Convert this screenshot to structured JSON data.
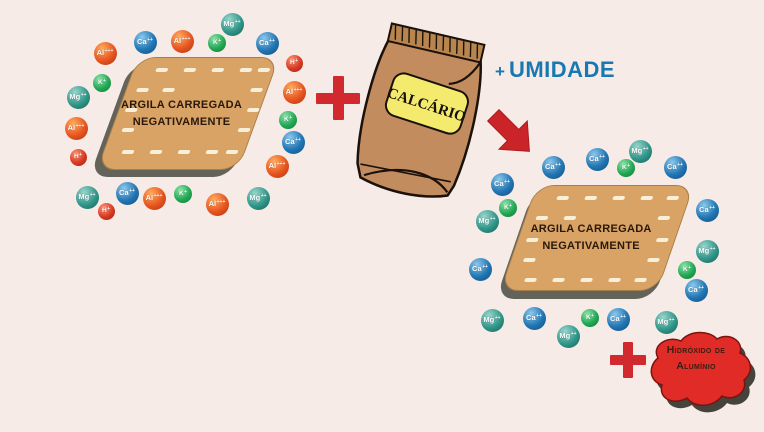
{
  "background_color": "#f7ebe7",
  "left_clay": {
    "label": "ARGILA CARREGADA NEGATIVAMENTE",
    "fill": "#d9a365"
  },
  "right_clay": {
    "label": "ARGILA CARREGADA NEGATIVAMENTE",
    "fill": "#d9a365"
  },
  "bag": {
    "label": "CALCÁRIO",
    "bag_color": "#c38c5f",
    "label_bg": "#f4ea6e"
  },
  "moisture": {
    "plus": "+",
    "label": "UMIDADE",
    "color": "#1878b2"
  },
  "hydroxide": {
    "label_line1": "Hidróxido de",
    "label_line2": "Alumínio",
    "fill": "#e12b26"
  },
  "icons": {
    "plus_left": "plus-icon",
    "plus_bottom": "plus-icon",
    "arrow": "arrow-down-right-icon",
    "red_color": "#d2292e"
  },
  "ion_types": {
    "Ca": {
      "symbol": "Ca",
      "charge": "++",
      "hi": "#8cc9ec",
      "base": "#2176b4",
      "lo": "#114c7c"
    },
    "Mg": {
      "symbol": "Mg",
      "charge": "++",
      "hi": "#9ad5cc",
      "base": "#31978a",
      "lo": "#155f54"
    },
    "Al": {
      "symbol": "Al",
      "charge": "+++",
      "hi": "#ffab5e",
      "base": "#e85520",
      "lo": "#a83610"
    },
    "K": {
      "symbol": "K",
      "charge": "+",
      "hi": "#8ce3a8",
      "base": "#23a855",
      "lo": "#0e7636"
    },
    "H": {
      "symbol": "H",
      "charge": "+",
      "hi": "#ff9478",
      "base": "#d63a22",
      "lo": "#9c2212"
    }
  },
  "left_ions": [
    [
      "Al",
      105,
      53
    ],
    [
      "Ca",
      145,
      42
    ],
    [
      "Al",
      182,
      41
    ],
    [
      "K",
      217,
      43
    ],
    [
      "Mg",
      232,
      24
    ],
    [
      "Ca",
      267,
      43
    ],
    [
      "H",
      294,
      63
    ],
    [
      "Al",
      294,
      92
    ],
    [
      "K",
      288,
      120
    ],
    [
      "Ca",
      293,
      142
    ],
    [
      "Al",
      277,
      166
    ],
    [
      "K",
      102,
      83
    ],
    [
      "Mg",
      78,
      97
    ],
    [
      "Al",
      76,
      128
    ],
    [
      "H",
      78,
      157
    ],
    [
      "Mg",
      87,
      197
    ],
    [
      "H",
      106,
      211
    ],
    [
      "Ca",
      127,
      193
    ],
    [
      "Al",
      154,
      198
    ],
    [
      "K",
      183,
      194
    ],
    [
      "Al",
      217,
      204
    ],
    [
      "Mg",
      258,
      198
    ]
  ],
  "right_ions": [
    [
      "Ca",
      502,
      184
    ],
    [
      "Ca",
      553,
      167
    ],
    [
      "Ca",
      597,
      159
    ],
    [
      "K",
      626,
      168
    ],
    [
      "Mg",
      640,
      151
    ],
    [
      "Ca",
      675,
      167
    ],
    [
      "Ca",
      707,
      210
    ],
    [
      "Mg",
      707,
      251
    ],
    [
      "K",
      687,
      270
    ],
    [
      "Ca",
      696,
      290
    ],
    [
      "K",
      508,
      208
    ],
    [
      "Mg",
      487,
      221
    ],
    [
      "Ca",
      480,
      269
    ],
    [
      "Mg",
      492,
      320
    ],
    [
      "Ca",
      534,
      318
    ],
    [
      "Mg",
      568,
      336
    ],
    [
      "K",
      590,
      318
    ],
    [
      "Ca",
      618,
      319
    ],
    [
      "Mg",
      666,
      322
    ]
  ]
}
